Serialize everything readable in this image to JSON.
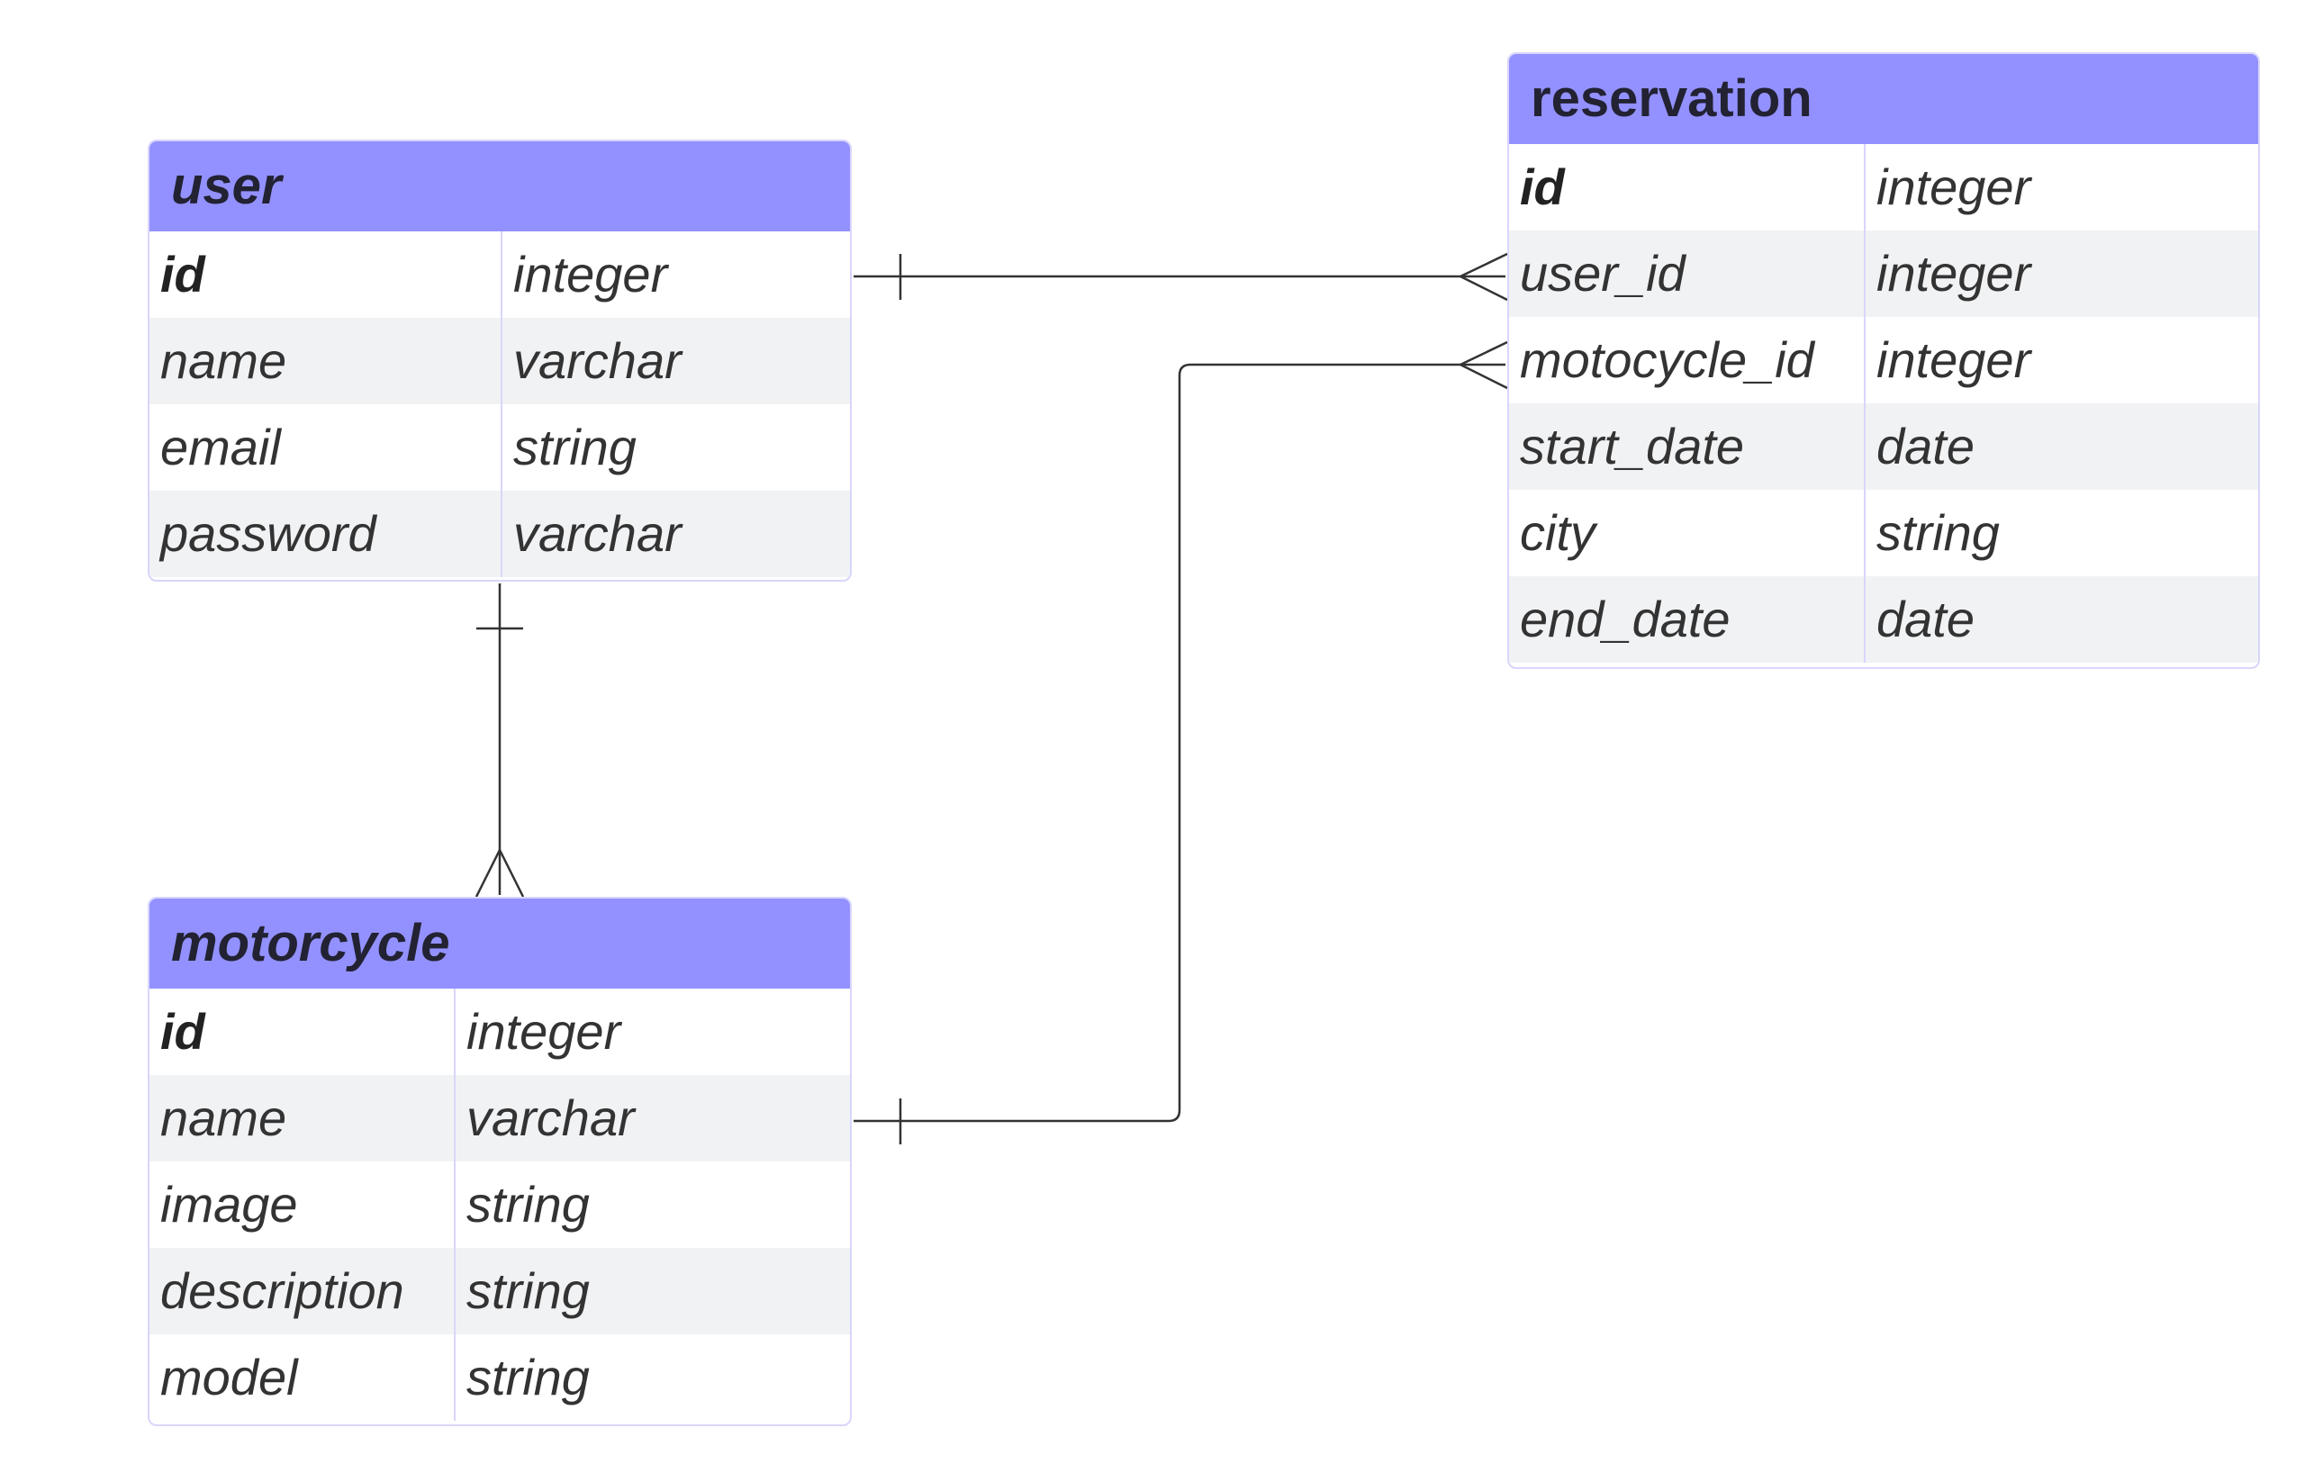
{
  "colors": {
    "header_bg": "#9391ff",
    "border": "#d8d6fb",
    "row_alt": "#f1f2f4",
    "line": "#333333"
  },
  "entities": {
    "user": {
      "title": "user",
      "rows": [
        {
          "name": "id",
          "type": "integer"
        },
        {
          "name": "name",
          "type": "varchar"
        },
        {
          "name": "email",
          "type": "string"
        },
        {
          "name": "password",
          "type": "varchar"
        }
      ]
    },
    "motorcycle": {
      "title": "motorcycle",
      "rows": [
        {
          "name": "id",
          "type": "integer"
        },
        {
          "name": "name",
          "type": "varchar"
        },
        {
          "name": "image",
          "type": "string"
        },
        {
          "name": "description",
          "type": "string"
        },
        {
          "name": "model",
          "type": "string"
        }
      ]
    },
    "reservation": {
      "title": "reservation",
      "rows": [
        {
          "name": "id",
          "type": "integer"
        },
        {
          "name": "user_id",
          "type": "integer"
        },
        {
          "name": "motocycle_id",
          "type": "integer"
        },
        {
          "name": "start_date",
          "type": "date"
        },
        {
          "name": "city",
          "type": "string"
        },
        {
          "name": "end_date",
          "type": "date"
        }
      ]
    }
  },
  "relationships": [
    {
      "from": "user",
      "to": "reservation",
      "from_cardinality": "one",
      "to_cardinality": "many"
    },
    {
      "from": "user",
      "to": "motorcycle",
      "from_cardinality": "one",
      "to_cardinality": "many"
    },
    {
      "from": "motorcycle",
      "to": "reservation",
      "from_cardinality": "one",
      "to_cardinality": "many"
    }
  ]
}
